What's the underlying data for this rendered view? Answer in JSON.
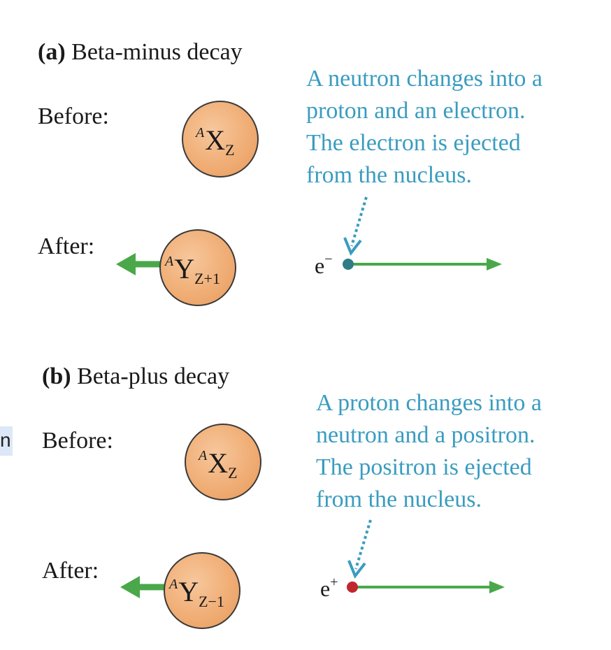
{
  "sidebar_fragment": {
    "text": "n"
  },
  "panels": [
    {
      "id": "a",
      "letter": "(a)",
      "title": "Beta-minus decay",
      "before_label": "Before:",
      "after_label": "After:",
      "before_nucleus": {
        "mass": "A",
        "symbol": "X",
        "number": "Z"
      },
      "after_nucleus": {
        "mass": "A",
        "symbol": "Y",
        "number": "Z+1"
      },
      "particle": {
        "symbol": "e",
        "charge": "−",
        "color": "#2e7d86"
      },
      "note_lines": [
        "A neutron changes into a",
        "proton and an electron.",
        "The electron is ejected",
        "from the nucleus."
      ]
    },
    {
      "id": "b",
      "letter": "(b)",
      "title": "Beta-plus decay",
      "before_label": "Before:",
      "after_label": "After:",
      "before_nucleus": {
        "mass": "A",
        "symbol": "X",
        "number": "Z"
      },
      "after_nucleus": {
        "mass": "A",
        "symbol": "Y",
        "number": "Z−1"
      },
      "particle": {
        "symbol": "e",
        "charge": "+",
        "color": "#c0272d"
      },
      "note_lines": [
        "A proton changes into a",
        "neutron and a positron.",
        "The positron is ejected",
        "from the nucleus."
      ]
    }
  ],
  "colors": {
    "note_text": "#3a9cbf",
    "arrow_green": "#4aa84a",
    "nucleus_fill": "#f0ae76"
  }
}
